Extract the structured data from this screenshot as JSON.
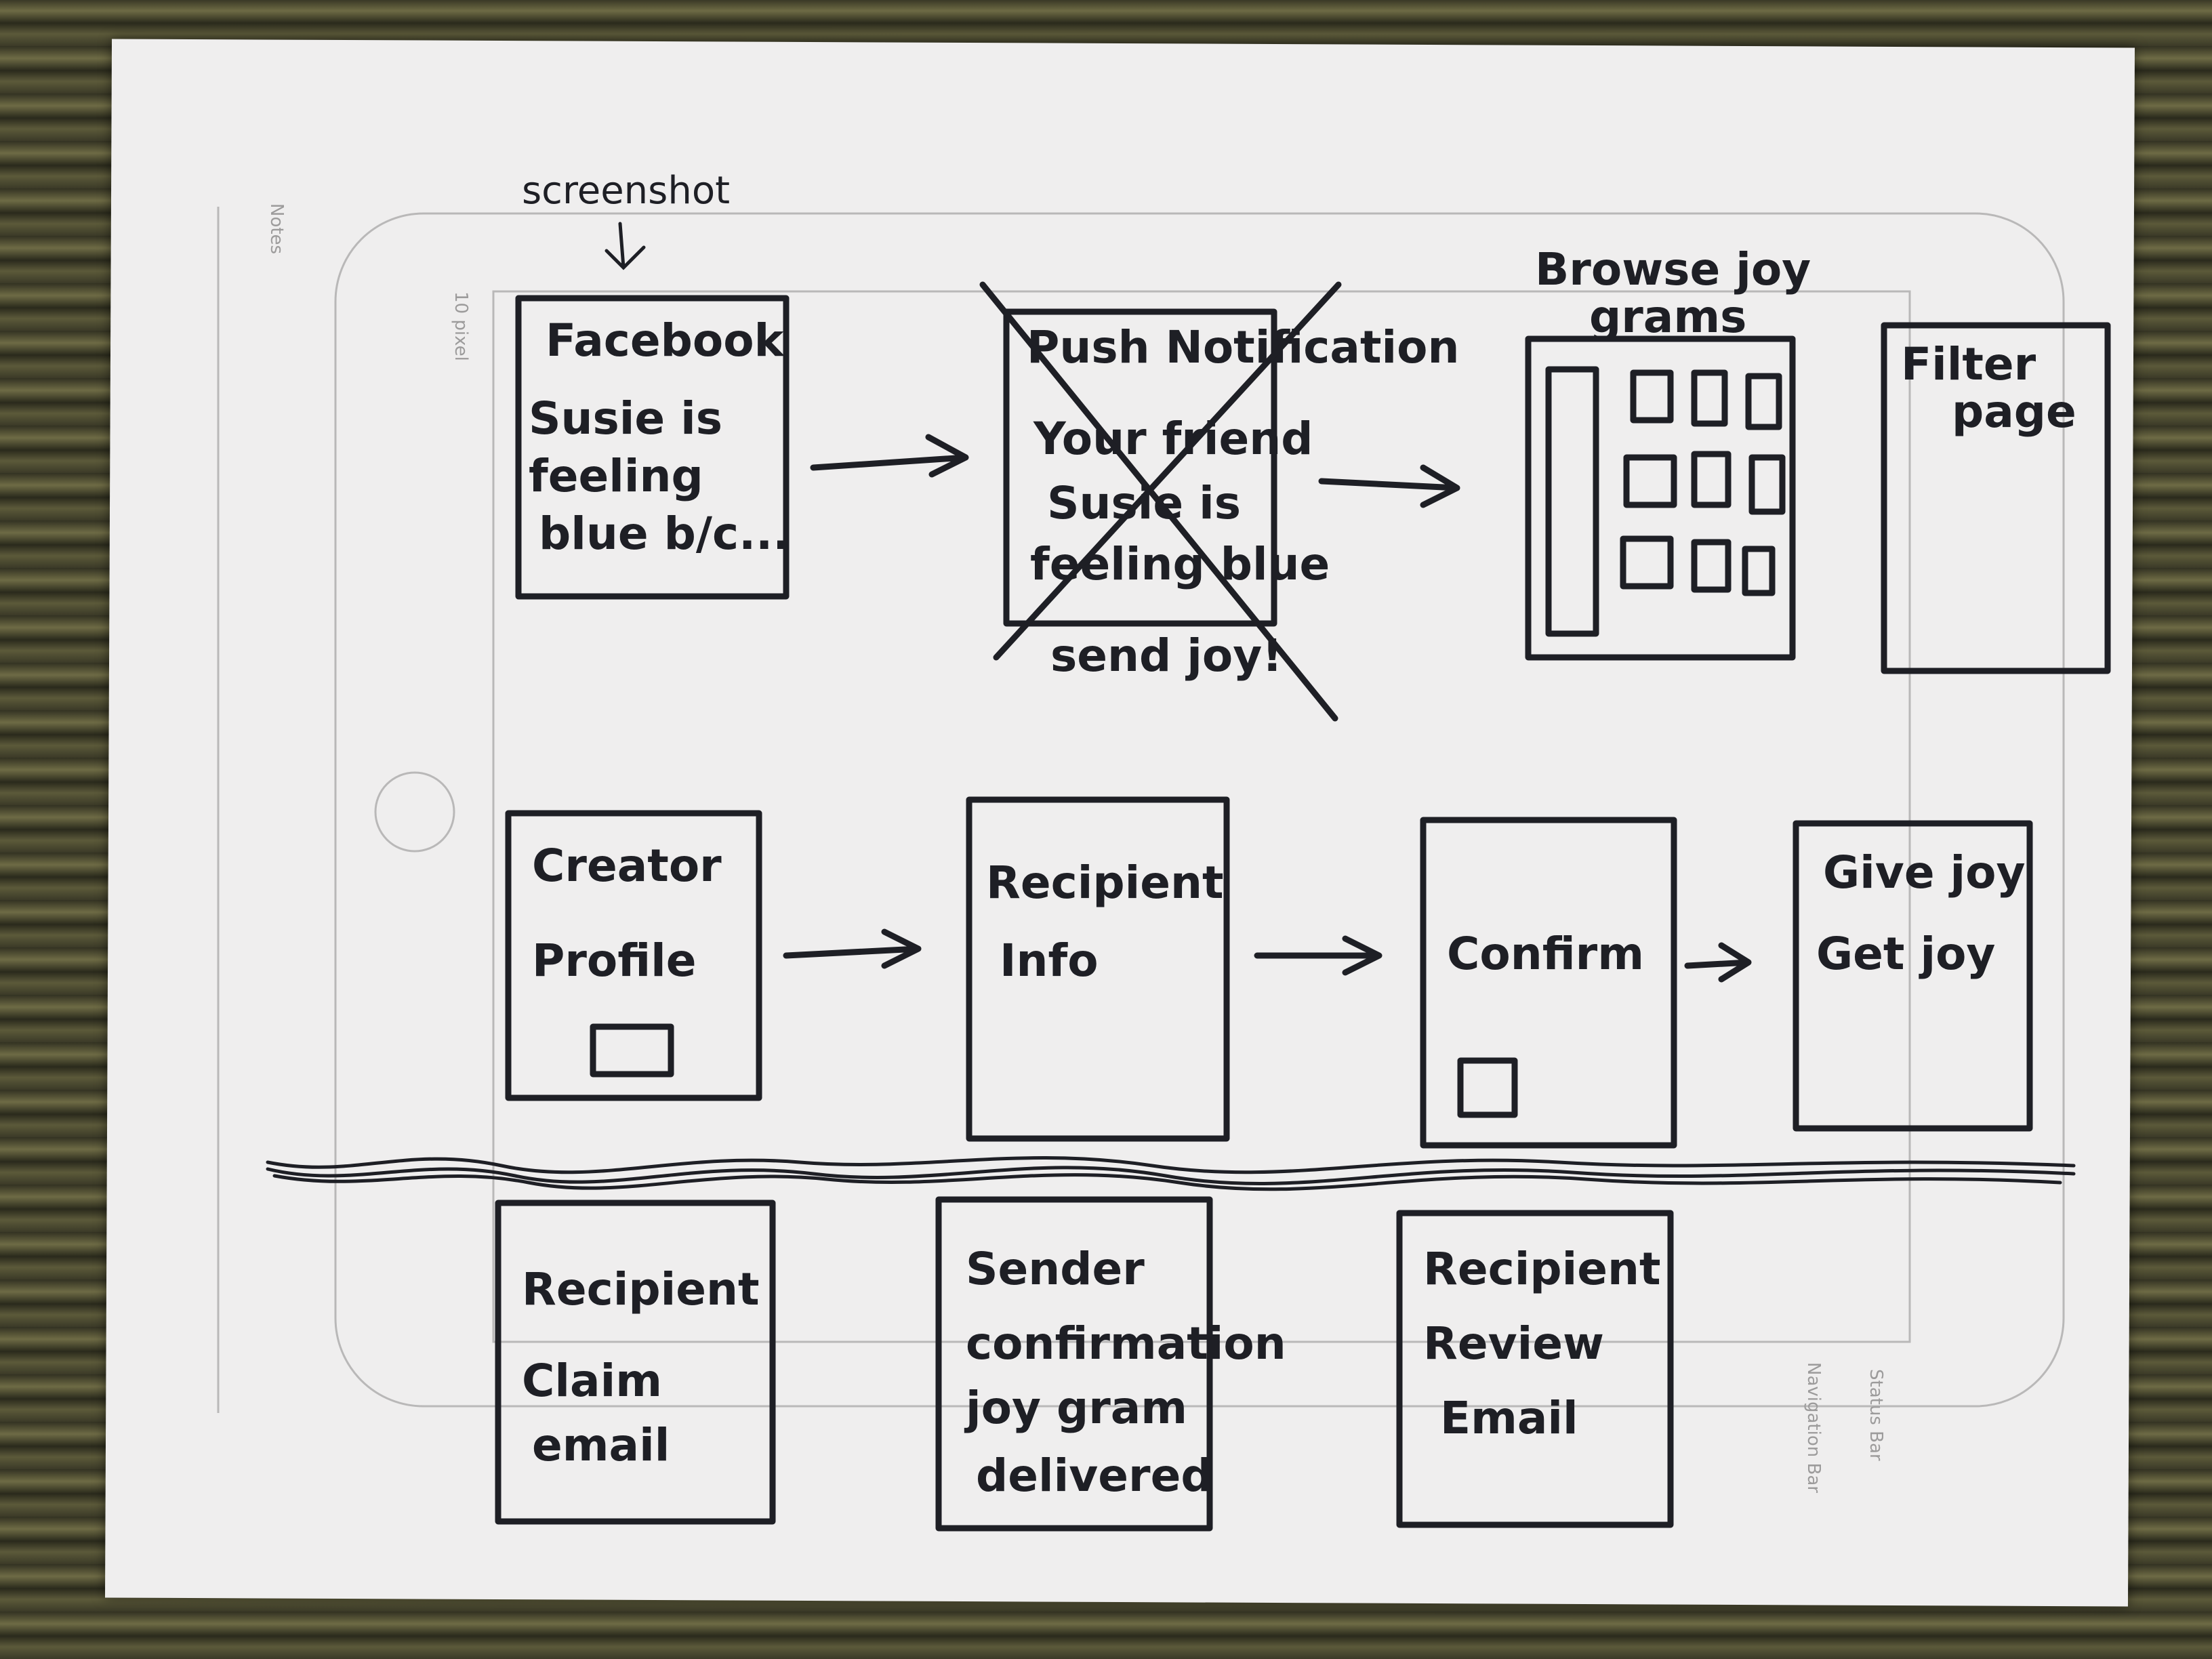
{
  "template": {
    "notes_label": "Notes",
    "pixel_label": "10 pixel",
    "status_bar_label": "Status Bar",
    "navigation_bar_label": "Navigation Bar"
  },
  "annotation": "screenshot",
  "screens": {
    "facebook": {
      "lines": [
        "Facebook",
        "Susie is",
        "feeling",
        "blue b/c..."
      ]
    },
    "push_notification": {
      "lines": [
        "Push Notification",
        "Your friend",
        "Susie is",
        "feeling blue"
      ],
      "caption": "send joy!",
      "crossed_out": true
    },
    "browse": {
      "title_lines": [
        "Browse joy",
        "grams"
      ]
    },
    "filter": {
      "lines": [
        "Filter",
        "page"
      ]
    },
    "creator_profile": {
      "lines": [
        "Creator",
        "Profile"
      ]
    },
    "recipient_info": {
      "lines": [
        "Recipient",
        "Info"
      ]
    },
    "confirm": {
      "lines": [
        "Confirm"
      ]
    },
    "give_joy": {
      "lines": [
        "Give joy",
        "Get joy"
      ]
    },
    "recipient_claim": {
      "lines": [
        "Recipient",
        "Claim",
        "email"
      ]
    },
    "sender_confirmation": {
      "lines": [
        "Sender",
        "confirmation",
        "joy gram",
        "delivered"
      ]
    },
    "recipient_review": {
      "lines": [
        "Recipient",
        "Review",
        "Email"
      ]
    }
  }
}
